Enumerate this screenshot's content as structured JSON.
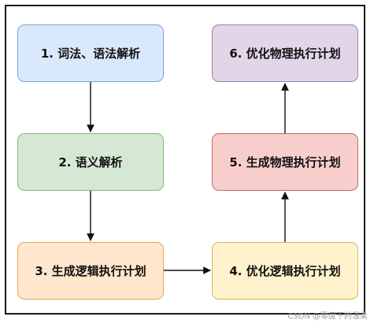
{
  "nodes": {
    "n1": "1. 词法、语法解析",
    "n2": "2. 语义解析",
    "n3": "3. 生成逻辑执行计划",
    "n4": "4. 优化逻辑执行计划",
    "n5": "5. 生成物理执行计划",
    "n6": "6. 优化物理执行计划"
  },
  "edges": [
    {
      "from": "n1",
      "to": "n2"
    },
    {
      "from": "n2",
      "to": "n3"
    },
    {
      "from": "n3",
      "to": "n4"
    },
    {
      "from": "n4",
      "to": "n5"
    },
    {
      "from": "n5",
      "to": "n6"
    }
  ],
  "colors": {
    "n1": "#dae8fc",
    "n2": "#d5e8d4",
    "n3": "#ffe6cc",
    "n4": "#fff2cc",
    "n5": "#f8cecc",
    "n6": "#e1d5e7"
  },
  "watermark": "CSDN @零度下的温柔"
}
